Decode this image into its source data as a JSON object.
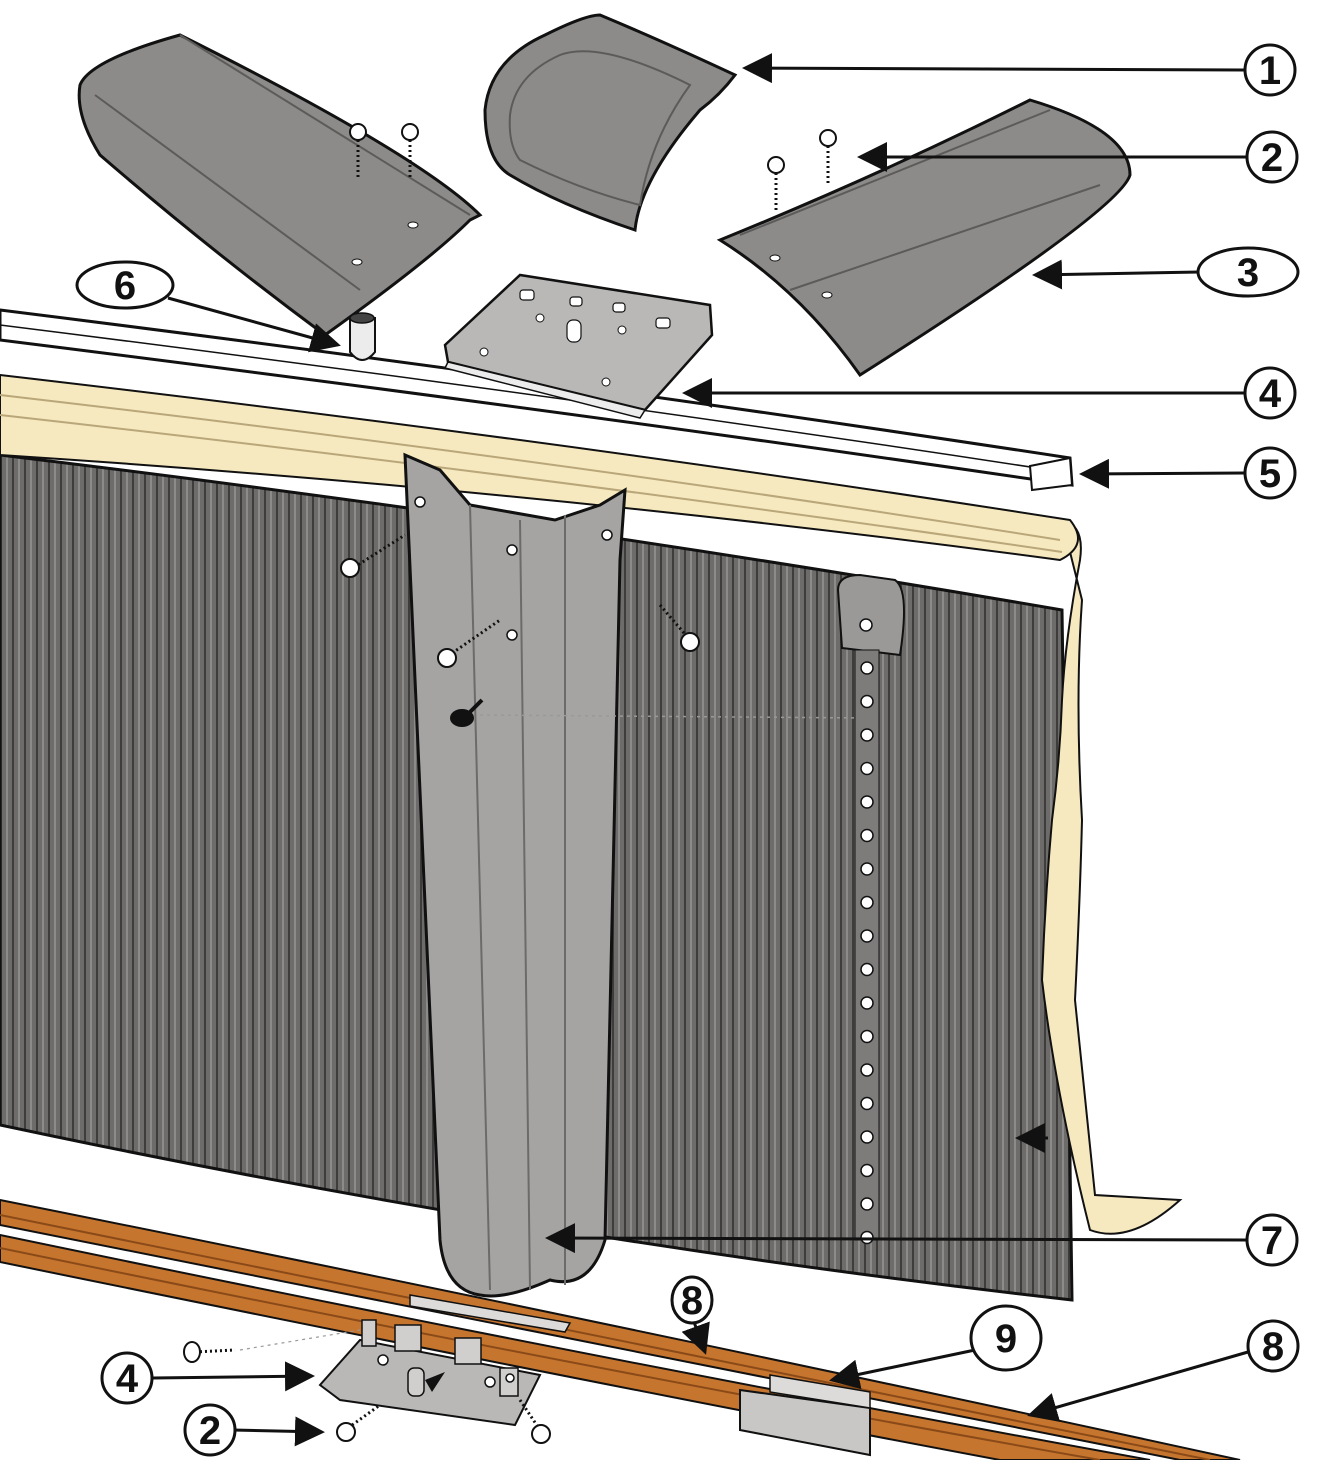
{
  "callouts": {
    "c1": "1",
    "c2_top": "2",
    "c3": "3",
    "c4_top": "4",
    "c5": "5",
    "c6": "6",
    "c7": "7",
    "c8_left": "8",
    "c9": "9",
    "c8_right": "8",
    "c4_bottom": "4",
    "c2_bottom": "2"
  },
  "colors": {
    "panel": "#6e6c6a",
    "panel_light": "#8d8b89",
    "metal": "#9a9998",
    "metal_light": "#b9b8b6",
    "liner": "#f6e8bf",
    "rail_orange": "#c6752f",
    "rail_dark": "#8a4a18",
    "outline": "#111111"
  }
}
